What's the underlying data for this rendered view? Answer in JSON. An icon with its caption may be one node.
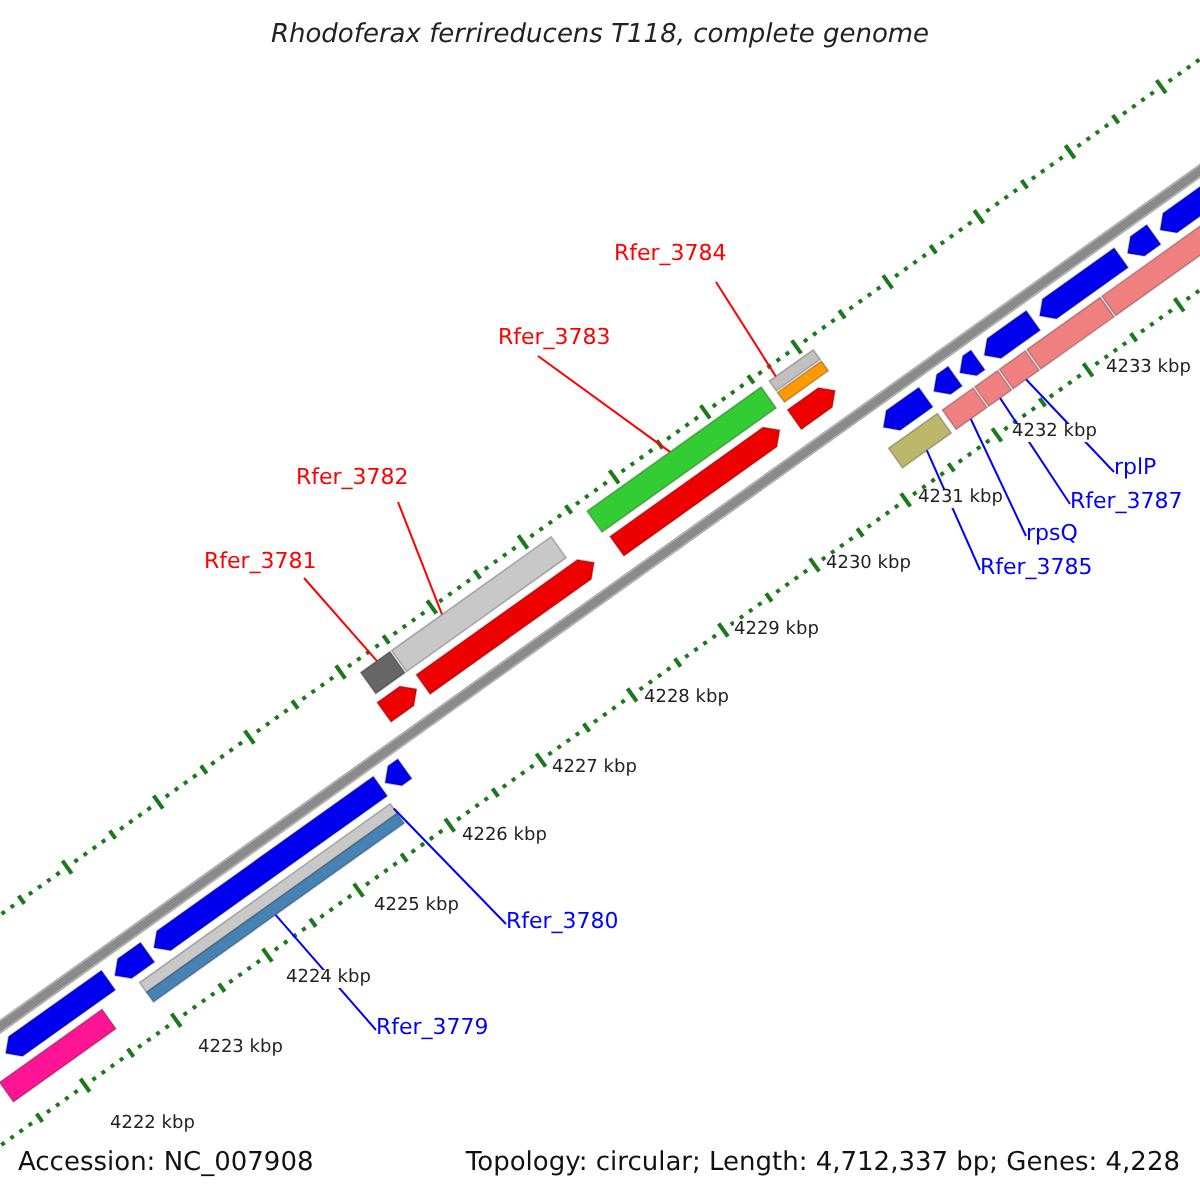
{
  "diagram": {
    "title": "Rhodoferax ferrireducens T118, complete genome",
    "nodes": [
      {
        "text": [
          "Rfer_3784"
        ]
      },
      {
        "text": [
          "Rfer_3783"
        ]
      },
      {
        "text": [
          "Rfer_3782"
        ]
      },
      {
        "text": [
          "Rfer_3781"
        ]
      },
      {
        "text": [
          "rplP"
        ]
      },
      {
        "text": [
          "Rfer_3787"
        ]
      },
      {
        "text": [
          "rpsQ"
        ]
      },
      {
        "text": [
          "Rfer_3785"
        ]
      },
      {
        "text": [
          "Rfer_3780"
        ]
      },
      {
        "text": [
          "Rfer_3779"
        ]
      },
      {
        "text": [],
        "shape": "bar"
      },
      {
        "text": [],
        "shape": "bar"
      },
      {
        "text": [],
        "shape": "bar"
      },
      {
        "text": [],
        "shape": "bar"
      },
      {
        "text": [],
        "shape": "bar"
      },
      {
        "text": [],
        "shape": "bar"
      },
      {
        "text": [],
        "shape": "bar"
      },
      {
        "text": [],
        "shape": "bar"
      },
      {
        "text": [],
        "shape": "bar"
      },
      {
        "text": [],
        "shape": "bar"
      },
      {
        "text": [],
        "shape": "bar"
      },
      {
        "text": [],
        "shape": "bar"
      },
      {
        "text": [],
        "shape": "bar"
      },
      {
        "text": [],
        "shape": "bar"
      },
      {
        "text": [],
        "shape": "bar"
      },
      {
        "text": [],
        "shape": "bar"
      },
      {
        "text": [],
        "shape": "bar"
      },
      {
        "text": [],
        "shape": "bar"
      },
      {
        "text": [],
        "shape": "bar"
      },
      {
        "text": [],
        "shape": "bar"
      },
      {
        "text": [],
        "shape": "bar"
      },
      {
        "text": [],
        "shape": "bar"
      },
      {
        "text": [],
        "shape": "bar"
      },
      {
        "text": [],
        "shape": "bar"
      },
      {
        "text": [],
        "shape": "bar"
      },
      {
        "text": [],
        "shape": "bar"
      },
      {
        "text": [],
        "shape": "bar"
      },
      {
        "text": [],
        "shape": "bar"
      },
      {
        "text": [],
        "shape": "bar"
      }
    ],
    "edges": [
      {
        "from": 0,
        "to": 10,
        "arrow": "none",
        "color": "#ff0000"
      },
      {
        "from": 1,
        "to": 11,
        "arrow": "none",
        "color": "#ff0000"
      },
      {
        "from": 2,
        "to": 12,
        "arrow": "none",
        "color": "#ff0000"
      },
      {
        "from": 3,
        "to": 13,
        "arrow": "none",
        "color": "#ff0000"
      },
      {
        "from": 4,
        "to": 14,
        "arrow": "none",
        "color": "#0000ff"
      },
      {
        "from": 5,
        "to": 15,
        "arrow": "none",
        "color": "#0000ff"
      },
      {
        "from": 6,
        "to": 16,
        "arrow": "none",
        "color": "#0000ff"
      },
      {
        "from": 7,
        "to": 17,
        "arrow": "none",
        "color": "#0000ff"
      },
      {
        "from": 8,
        "to": 18,
        "arrow": "none",
        "color": "#0000ff"
      },
      {
        "from": 9,
        "to": 19,
        "arrow": "none",
        "color": "#0000ff"
      }
    ],
    "labels": [
      "4233 kbp",
      "4232 kbp",
      "4231 kbp",
      "4230 kbp",
      "4229 kbp",
      "4228 kbp",
      "4227 kbp",
      "4226 kbp",
      "4225 kbp",
      "4224 kbp",
      "4223 kbp",
      "4222 kbp",
      "Accession: NC_007908",
      "Topology: circular; Length: 4,712,337 bp; Genes: 4,228"
    ]
  }
}
